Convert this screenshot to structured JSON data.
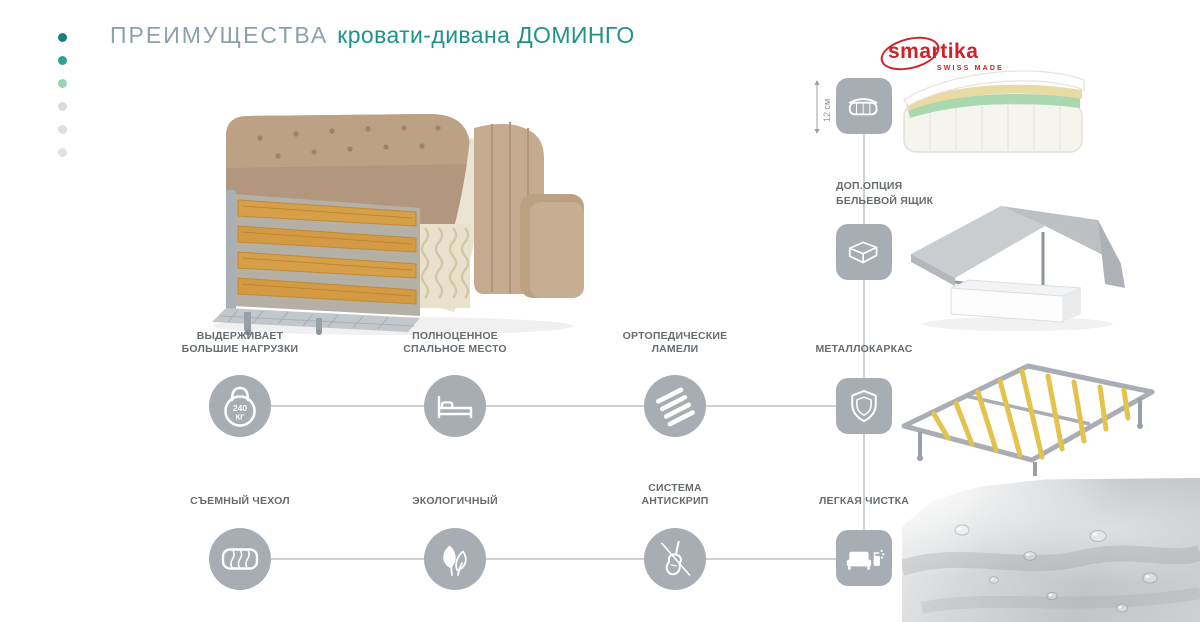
{
  "title": {
    "prefix": "ПРЕИМУЩЕСТВА",
    "suffix": "кровати-дивана ДОМИНГО"
  },
  "brand": {
    "name": "smartika",
    "tagline": "SWISS MADE"
  },
  "mattress": {
    "dimension": "12 см"
  },
  "drawer_option": {
    "line1": "ДОП.ОПЦИЯ",
    "line2": "БЕЛЬЕВОЙ ЯЩИК"
  },
  "features_row1": [
    {
      "line1": "ВЫДЕРЖИВАЕТ",
      "line2": "БОЛЬШИЕ НАГРУЗКИ",
      "icon": "kettlebell-icon",
      "badge_value": "240",
      "badge_unit": "КГ"
    },
    {
      "line1": "ПОЛНОЦЕННОЕ",
      "line2": "СПАЛЬНОЕ МЕСТО",
      "icon": "bed-icon"
    },
    {
      "line1": "ОРТОПЕДИЧЕСКИЕ",
      "line2": "ЛАМЕЛИ",
      "icon": "slats-icon"
    },
    {
      "label": "МЕТАЛЛОКАРКАС",
      "icon": "shield-icon"
    }
  ],
  "features_row2": [
    {
      "label": "СЪЕМНЫЙ ЧЕХОЛ",
      "icon": "mattress-cover-icon"
    },
    {
      "label": "ЭКОЛОГИЧНЫЙ",
      "icon": "leaves-icon"
    },
    {
      "line1": "СИСТЕМА",
      "line2": "АНТИСКРИП",
      "icon": "violin-icon"
    },
    {
      "label": "ЛЕГКАЯ ЧИСТКА",
      "icon": "sofa-clean-icon"
    }
  ],
  "colors": {
    "accent_teal": "#1d938a",
    "title_gray_teal": "#8ba2a9",
    "brand_red": "#cb2429",
    "icon_gray": "#a7adb2",
    "label_gray": "#676c70",
    "wood_slat": "#d89f49",
    "frame_slat_yellow": "#e3c34c"
  }
}
